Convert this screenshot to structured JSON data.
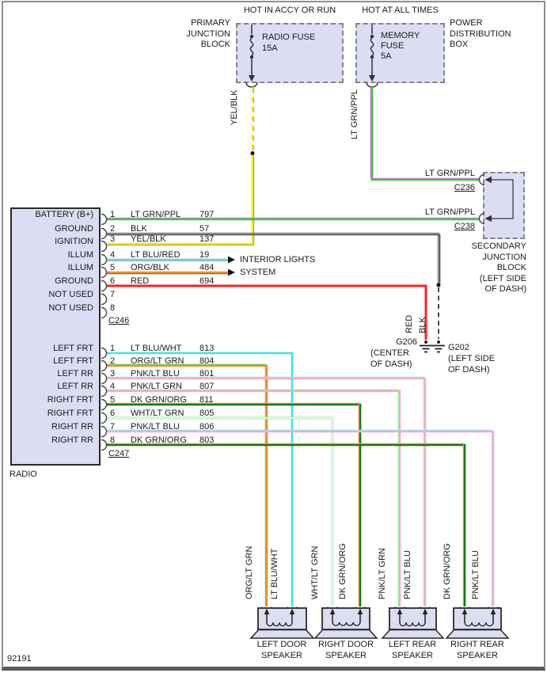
{
  "figure_number": "92191",
  "top": {
    "left_header": "HOT IN ACCY OR RUN",
    "right_header": "HOT AT ALL TIMES",
    "primary_block_label": [
      "PRIMARY",
      "JUNCTION",
      "BLOCK"
    ],
    "power_box_label": [
      "POWER",
      "DISTRIBUTION",
      "BOX"
    ],
    "radio_fuse_lines": [
      "RADIO FUSE",
      "15A"
    ],
    "memory_fuse_lines": [
      "MEMORY",
      "FUSE",
      "5A"
    ],
    "yel_blk_wire_label": "YEL/BLK",
    "lt_grn_ppl_wire_label": "LT GRN/PPL"
  },
  "secondary_block": {
    "rows": [
      {
        "wire": "LT GRN/PPL",
        "connector": "C236"
      },
      {
        "wire": "LT GRN/PPL",
        "connector": "C238"
      }
    ],
    "label_lines": [
      "SECONDARY",
      "JUNCTION",
      "BLOCK",
      "(LEFT SIDE",
      "OF DASH)"
    ]
  },
  "interior_lights": {
    "line1": "INTERIOR LIGHTS",
    "line2": "SYSTEM"
  },
  "grounds": {
    "g206": {
      "name": "G206",
      "loc1": "(CENTER",
      "loc2": "OF DASH)",
      "wire": "RED"
    },
    "g202": {
      "name": "G202",
      "loc1": "(LEFT SIDE",
      "loc2": "OF DASH)",
      "wire": "BLK"
    }
  },
  "radio": {
    "name": "RADIO",
    "c246": {
      "label": "C246",
      "pins": [
        {
          "n": "1",
          "fn": "BATTERY (B+)",
          "wire": "LT GRN/PPL",
          "cct": "797"
        },
        {
          "n": "2",
          "fn": "GROUND",
          "wire": "BLK",
          "cct": "57"
        },
        {
          "n": "3",
          "fn": "IGNITION",
          "wire": "YEL/BLK",
          "cct": "137"
        },
        {
          "n": "4",
          "fn": "ILLUM",
          "wire": "LT BLU/RED",
          "cct": "19"
        },
        {
          "n": "5",
          "fn": "ILLUM",
          "wire": "ORG/BLK",
          "cct": "484"
        },
        {
          "n": "6",
          "fn": "GROUND",
          "wire": "RED",
          "cct": "694"
        },
        {
          "n": "7",
          "fn": "NOT USED",
          "wire": "",
          "cct": ""
        },
        {
          "n": "8",
          "fn": "NOT USED",
          "wire": "",
          "cct": ""
        }
      ]
    },
    "c247": {
      "label": "C247",
      "pins": [
        {
          "n": "1",
          "fn": "LEFT FRT",
          "wire": "LT BLU/WHT",
          "cct": "813"
        },
        {
          "n": "2",
          "fn": "LEFT FRT",
          "wire": "ORG/LT GRN",
          "cct": "804"
        },
        {
          "n": "3",
          "fn": "LEFT RR",
          "wire": "PNK/LT BLU",
          "cct": "801"
        },
        {
          "n": "4",
          "fn": "LEFT RR",
          "wire": "PNK/LT GRN",
          "cct": "807"
        },
        {
          "n": "5",
          "fn": "RIGHT FRT",
          "wire": "DK GRN/ORG",
          "cct": "811"
        },
        {
          "n": "6",
          "fn": "RIGHT FRT",
          "wire": "WHT/LT GRN",
          "cct": "805"
        },
        {
          "n": "7",
          "fn": "RIGHT RR",
          "wire": "PNK/LT BLU",
          "cct": "806"
        },
        {
          "n": "8",
          "fn": "RIGHT RR",
          "wire": "DK GRN/ORG",
          "cct": "803"
        }
      ]
    }
  },
  "speakers": [
    {
      "line1": "LEFT DOOR",
      "line2": "SPEAKER",
      "left_wire": "ORG/LT GRN",
      "right_wire": "LT BLU/WHT"
    },
    {
      "line1": "RIGHT DOOR",
      "line2": "SPEAKER",
      "left_wire": "WHT/LT GRN",
      "right_wire": "DK GRN/ORG"
    },
    {
      "line1": "LEFT REAR",
      "line2": "SPEAKER",
      "left_wire": "PNK/LT GRN",
      "right_wire": "PNK/LT BLU"
    },
    {
      "line1": "RIGHT REAR",
      "line2": "SPEAKER",
      "left_wire": "DK GRN/ORG",
      "right_wire": "PNK/LT BLU"
    }
  ],
  "palette": {
    "block_fill": "#dcdcf2",
    "lt_grn": "#2ad42a",
    "ppl": "#d06ee0",
    "yel": "#ffe800",
    "blk_wire": "#8a8a8a",
    "lt_blu": "#3fe2e8",
    "red": "#ff1f1f",
    "org": "#f29030",
    "pnk": "#f9aac9",
    "dk_grn": "#167816",
    "lt_grn_stripe": "#94e694",
    "wht": "#ffffff",
    "lt_blu_stripe": "#a5d9ee"
  }
}
